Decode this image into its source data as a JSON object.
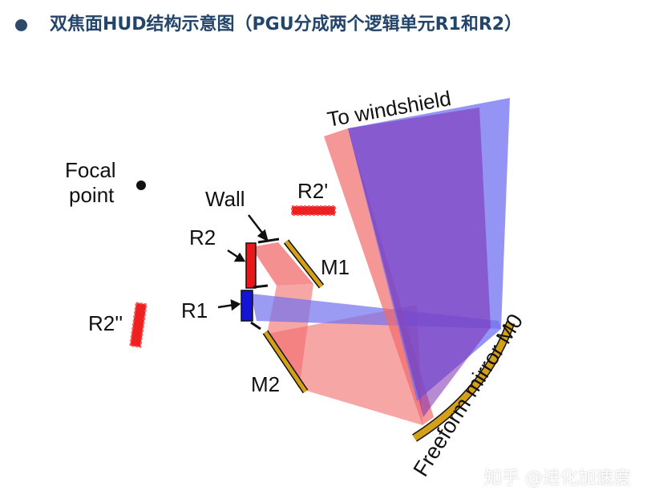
{
  "header": {
    "title": "双焦面HUD结构示意图（PGU分成两个逻辑单元R1和R2）"
  },
  "diagram": {
    "labels": {
      "to_windshield": "To windshield",
      "focal_point": "Focal\npoint",
      "wall": "Wall",
      "r2_prime": "R2'",
      "r2": "R2",
      "m1": "M1",
      "r1": "R1",
      "r2_double_prime": "R2''",
      "m2": "M2",
      "freeform_mirror": "Freeform mirror M0"
    },
    "colors": {
      "red_beam": "#f26b6b",
      "blue_beam": "#7070f0",
      "overlap": "#7b2bb0",
      "mirror": "#d4a017",
      "r2_panel": "#e8171b",
      "r1_panel": "#1414d8"
    }
  },
  "watermark": "知乎 @进化加速度"
}
